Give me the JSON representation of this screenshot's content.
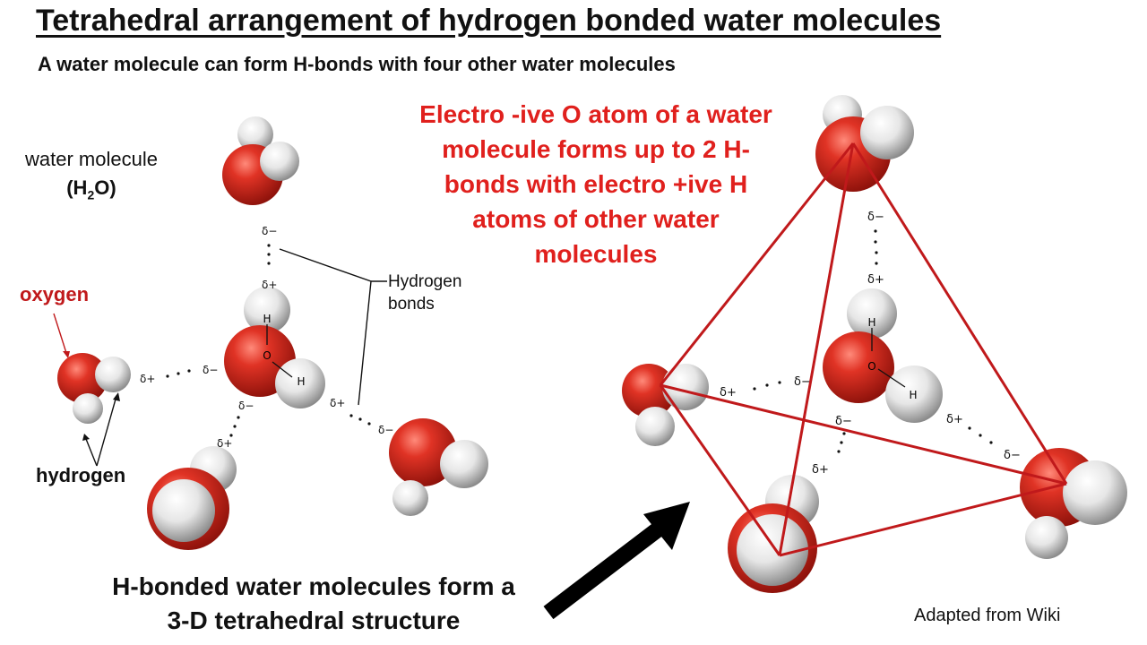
{
  "title": "Tetrahedral arrangement of hydrogen bonded water molecules",
  "subtitle": "A water molecule can form H-bonds with four other water molecules",
  "labels": {
    "water_molecule": "water molecule",
    "water_formula_pre": "(H",
    "water_formula_sub": "2",
    "water_formula_post": "O)",
    "oxygen": "oxygen",
    "hydrogen": "hydrogen",
    "hydrogen_bonds_line1": "Hydrogen",
    "hydrogen_bonds_line2": "bonds"
  },
  "annotation_red": "Electro -ive O atom of a water molecule forms up to 2 H-bonds with electro +ive H atoms of other water molecules",
  "annotation_bottom_line1": "H-bonded water molecules form a",
  "annotation_bottom_line2": "3-D tetrahedral structure",
  "credit": "Adapted from Wiki",
  "symbols": {
    "delta_minus": "δ−",
    "delta_plus": "δ+",
    "atom_h": "H",
    "atom_o": "O"
  },
  "colors": {
    "oxygen_red": "#d42a1f",
    "hydrogen_white": "#f2f2f2",
    "tetrahedron_line": "#c0191b",
    "red_text": "#e0201d",
    "arrow": "#000000"
  }
}
